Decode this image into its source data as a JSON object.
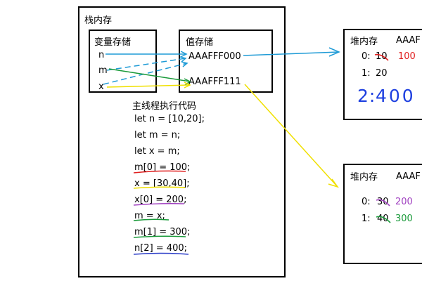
{
  "stack": {
    "title": "栈内存",
    "vars_box": {
      "title": "变量存储",
      "vars": [
        "n",
        "m",
        "x"
      ]
    },
    "values_box": {
      "title": "值存储",
      "values": [
        "AAAFFF000",
        "AAAFFF111"
      ]
    },
    "code_title": "主线程执行代码",
    "code_lines": [
      "let n = [10,20];",
      "let m = n;",
      "let x = m;",
      "m[0] = 100;",
      "x = [30,40];",
      "x[0] = 200;",
      "m = x;",
      "m[1] = 300;",
      "n[2] = 400;"
    ]
  },
  "heap1": {
    "title": "堆内存",
    "address": "AAAF",
    "rows": [
      {
        "key": "0:",
        "old": "10",
        "new": "100"
      },
      {
        "key": "1:",
        "old": "20",
        "new": ""
      },
      {
        "key": "2:",
        "old": "400",
        "new": ""
      }
    ]
  },
  "heap2": {
    "title": "堆内存",
    "address": "AAAF",
    "rows": [
      {
        "key": "0:",
        "old": "30",
        "new": "200"
      },
      {
        "key": "1:",
        "old": "40",
        "new": "300"
      }
    ]
  },
  "colors": {
    "blue": "#1f9bd6",
    "green": "#1a9a3a",
    "yellow": "#f0e000",
    "red": "#e02020",
    "purple": "#a040c0",
    "dark_blue": "#2a3cc8",
    "ink_blue": "#1e40e0"
  }
}
